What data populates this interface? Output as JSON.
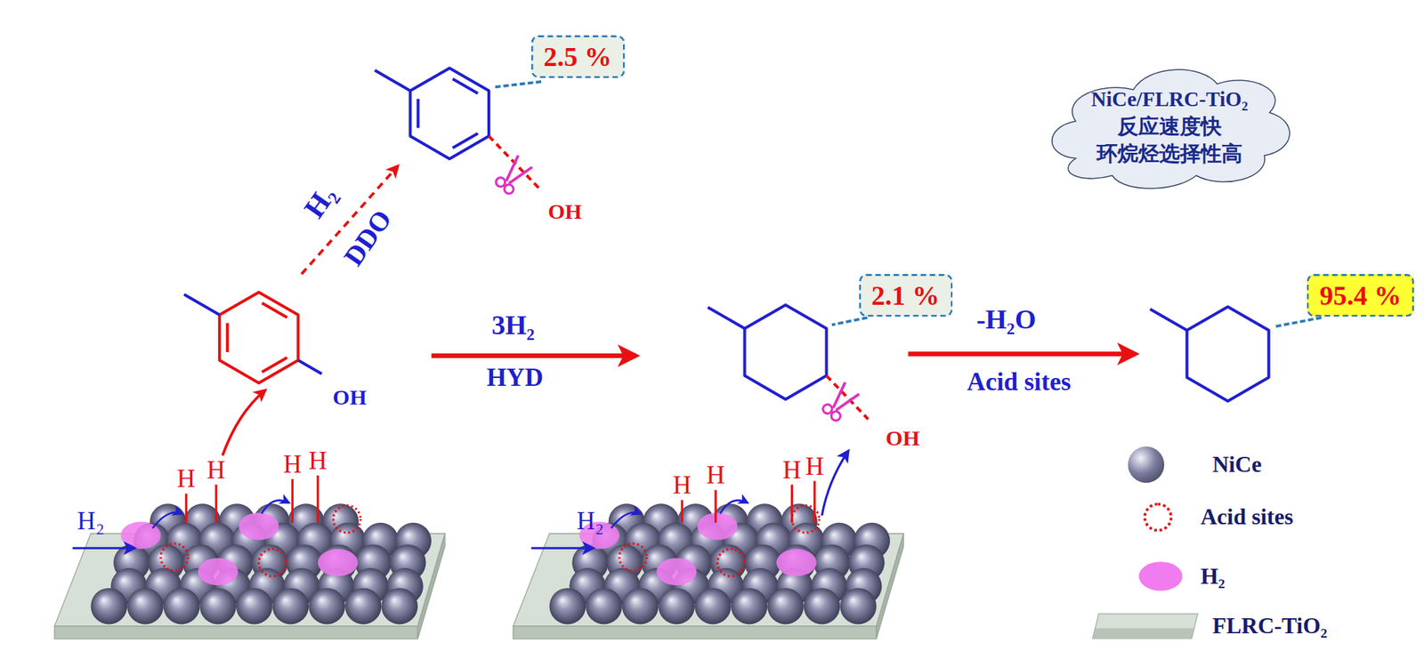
{
  "diagram": {
    "nodes": [
      {
        "text": [
          "2.5 %"
        ]
      },
      {
        "text": [
          "NiCe/FLRC-TiO₂",
          "反应速度快",
          "环烷烃选择性高"
        ]
      },
      {
        "text": [
          "2.1 %"
        ]
      },
      {
        "text": [
          "95.4 %"
        ]
      }
    ],
    "labels": [
      "H₂",
      "DDO",
      "OH",
      "OH",
      "3H₂",
      "HYD",
      "OH",
      "-H₂O",
      "Acid sites",
      "H",
      "H",
      "H",
      "H",
      "H₂",
      "H",
      "H",
      "H",
      "H",
      "H₂"
    ],
    "legend": [
      {
        "text": "NiCe",
        "color": "#7b7b9e"
      },
      {
        "text": "Acid sites"
      },
      {
        "text": "H₂",
        "color": "#f07cf0"
      },
      {
        "text": "FLRC-TiO₂"
      }
    ]
  }
}
